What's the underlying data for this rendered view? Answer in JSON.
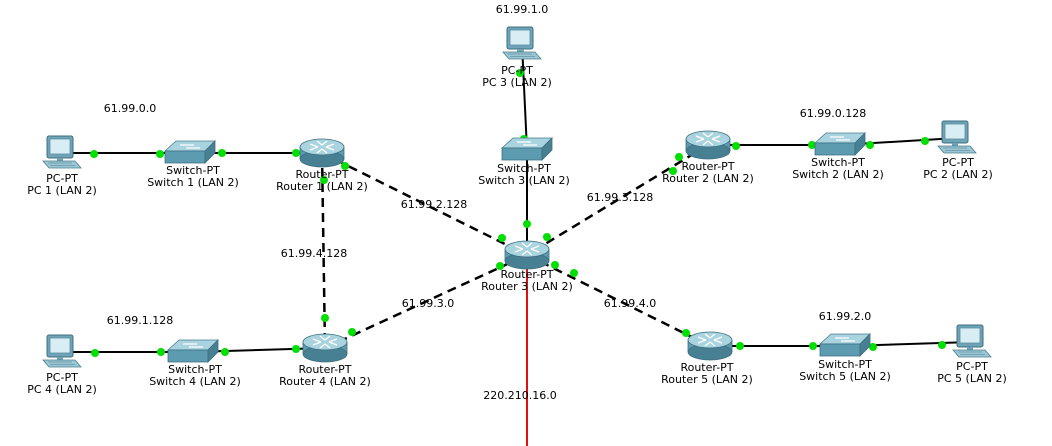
{
  "devices": [
    {
      "id": "pc1",
      "kind": "pc",
      "model": "PC-PT",
      "name": "PC 1 (LAN 2)"
    },
    {
      "id": "sw1",
      "kind": "switch",
      "model": "Switch-PT",
      "name": "Switch 1 (LAN 2)"
    },
    {
      "id": "r1",
      "kind": "router",
      "model": "Router-PT",
      "name": "Router 1 (LAN 2)"
    },
    {
      "id": "pc3",
      "kind": "pc",
      "model": "PC-PT",
      "name": "PC 3 (LAN 2)"
    },
    {
      "id": "sw3",
      "kind": "switch",
      "model": "Switch-PT",
      "name": "Switch 3 (LAN 2)"
    },
    {
      "id": "r3",
      "kind": "router",
      "model": "Router-PT",
      "name": "Router 3 (LAN 2)"
    },
    {
      "id": "r2",
      "kind": "router",
      "model": "Router-PT",
      "name": "Router 2 (LAN 2)"
    },
    {
      "id": "sw2",
      "kind": "switch",
      "model": "Switch-PT",
      "name": "Switch 2 (LAN 2)"
    },
    {
      "id": "pc2",
      "kind": "pc",
      "model": "PC-PT",
      "name": "PC 2 (LAN 2)"
    },
    {
      "id": "pc4",
      "kind": "pc",
      "model": "PC-PT",
      "name": "PC 4 (LAN 2)"
    },
    {
      "id": "sw4",
      "kind": "switch",
      "model": "Switch-PT",
      "name": "Switch 4 (LAN 2)"
    },
    {
      "id": "r4",
      "kind": "router",
      "model": "Router-PT",
      "name": "Router 4 (LAN 2)"
    },
    {
      "id": "r5",
      "kind": "router",
      "model": "Router-PT",
      "name": "Router 5 (LAN 2)"
    },
    {
      "id": "sw5",
      "kind": "switch",
      "model": "Switch-PT",
      "name": "Switch 5 (LAN 2)"
    },
    {
      "id": "pc5",
      "kind": "pc",
      "model": "PC-PT",
      "name": "PC 5 (LAN 2)"
    }
  ],
  "links": [
    {
      "from": "pc1",
      "to": "sw1",
      "style": "solid"
    },
    {
      "from": "sw1",
      "to": "r1",
      "style": "solid"
    },
    {
      "from": "pc3",
      "to": "sw3",
      "style": "solid"
    },
    {
      "from": "sw3",
      "to": "r3",
      "style": "solid"
    },
    {
      "from": "r2",
      "to": "sw2",
      "style": "solid"
    },
    {
      "from": "sw2",
      "to": "pc2",
      "style": "solid"
    },
    {
      "from": "pc4",
      "to": "sw4",
      "style": "solid"
    },
    {
      "from": "sw4",
      "to": "r4",
      "style": "solid"
    },
    {
      "from": "r5",
      "to": "sw5",
      "style": "solid"
    },
    {
      "from": "sw5",
      "to": "pc5",
      "style": "solid"
    },
    {
      "from": "r1",
      "to": "r3",
      "style": "dashed"
    },
    {
      "from": "r1",
      "to": "r4",
      "style": "dashed"
    },
    {
      "from": "r4",
      "to": "r3",
      "style": "dashed"
    },
    {
      "from": "r2",
      "to": "r3",
      "style": "dashed"
    },
    {
      "from": "r3",
      "to": "r5",
      "style": "dashed"
    },
    {
      "from": "r3",
      "to": "external",
      "style": "red"
    }
  ],
  "networks": [
    {
      "id": "n_lan1",
      "text": "61.99.0.0"
    },
    {
      "id": "n_lan3",
      "text": "61.99.1.0"
    },
    {
      "id": "n_lan2",
      "text": "61.99.0.128"
    },
    {
      "id": "n_lan4",
      "text": "61.99.1.128"
    },
    {
      "id": "n_lan5",
      "text": "61.99.2.0"
    },
    {
      "id": "n_r1r3",
      "text": "61.99.2.128"
    },
    {
      "id": "n_r2r3",
      "text": "61.99.3.128"
    },
    {
      "id": "n_r1r4",
      "text": "61.99.4.128"
    },
    {
      "id": "n_r4r3",
      "text": "61.99.3.0"
    },
    {
      "id": "n_r3r5",
      "text": "61.99.4.0"
    },
    {
      "id": "n_ext",
      "text": "220.210.16.0"
    }
  ],
  "colors": {
    "link": "#000000",
    "external_link": "#e01010",
    "port_dot": "#00e000",
    "device_body": "#5c9bb0",
    "device_top": "#a9d3de"
  }
}
